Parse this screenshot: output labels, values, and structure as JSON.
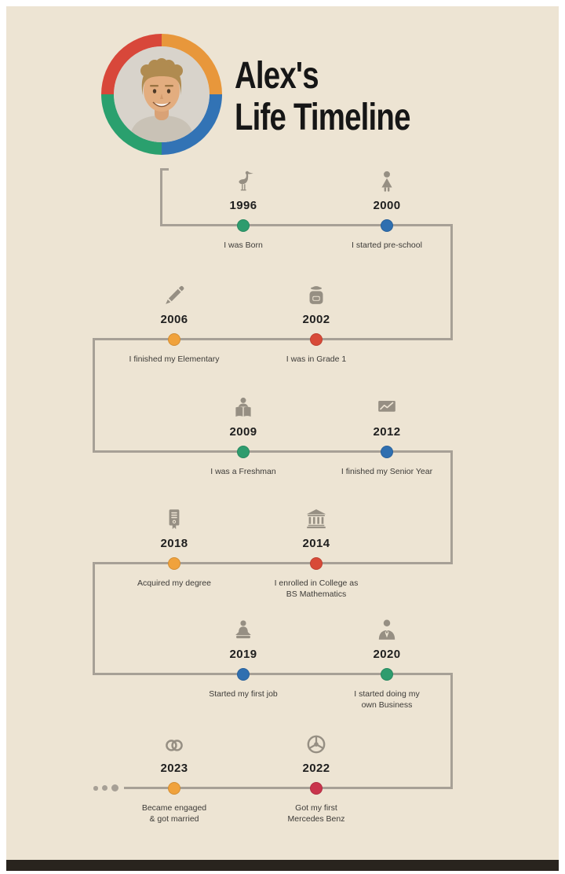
{
  "page": {
    "background_color": "#EDE4D3",
    "frame_color": "#FFFFFF",
    "footer_bar_color": "#29241E"
  },
  "header": {
    "title_line1": "Alex's",
    "title_line2": "Life Timeline",
    "avatar_ring_colors": {
      "top_right": "#E8973B",
      "bottom_right": "#3273B5",
      "bottom_left": "#2AA06E",
      "top_left": "#D8473A"
    }
  },
  "timeline": {
    "line_color": "#A7A096",
    "icon_color": "#968F83",
    "events": [
      {
        "year": "1996",
        "dot_color": "#2E9C6E",
        "icon": "stork-icon",
        "caption_line1": "I was Born",
        "caption_line2": ""
      },
      {
        "year": "2000",
        "dot_color": "#2F6FB0",
        "icon": "child-icon",
        "caption_line1": "I started pre-school",
        "caption_line2": ""
      },
      {
        "year": "2006",
        "dot_color": "#F0A23C",
        "icon": "pencil-icon",
        "caption_line1": "I finished my Elementary",
        "caption_line2": ""
      },
      {
        "year": "2002",
        "dot_color": "#D84A38",
        "icon": "school-bag-icon",
        "caption_line1": "I was in Grade 1",
        "caption_line2": ""
      },
      {
        "year": "2009",
        "dot_color": "#2E9C6E",
        "icon": "reading-icon",
        "caption_line1": "I was a Freshman",
        "caption_line2": ""
      },
      {
        "year": "2012",
        "dot_color": "#2F6FB0",
        "icon": "chart-icon",
        "caption_line1": "I finished my Senior Year",
        "caption_line2": ""
      },
      {
        "year": "2018",
        "dot_color": "#F0A23C",
        "icon": "diploma-icon",
        "caption_line1": "Acquired my degree",
        "caption_line2": ""
      },
      {
        "year": "2014",
        "dot_color": "#D84A38",
        "icon": "college-icon",
        "caption_line1": "I enrolled in College as",
        "caption_line2": "BS Mathematics"
      },
      {
        "year": "2019",
        "dot_color": "#2F6FB0",
        "icon": "worker-icon",
        "caption_line1": "Started my first job",
        "caption_line2": ""
      },
      {
        "year": "2020",
        "dot_color": "#2E9C6E",
        "icon": "businessman-icon",
        "caption_line1": "I started doing my",
        "caption_line2": "own Business"
      },
      {
        "year": "2023",
        "dot_color": "#F0A23C",
        "icon": "rings-icon",
        "caption_line1": "Became engaged",
        "caption_line2": "& got married"
      },
      {
        "year": "2022",
        "dot_color": "#C9344C",
        "icon": "wheel-icon",
        "caption_line1": "Got my first",
        "caption_line2": "Mercedes Benz"
      }
    ]
  }
}
